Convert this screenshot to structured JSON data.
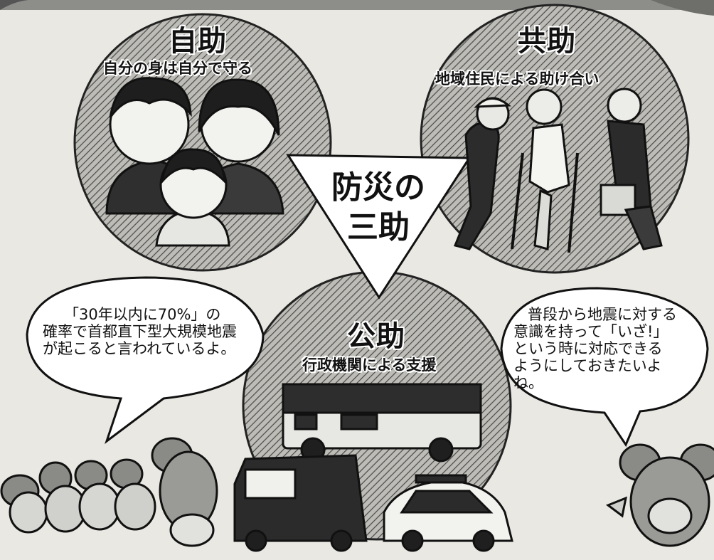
{
  "diagram": {
    "center_line1": "防災の",
    "center_line2": "三助",
    "self_help": {
      "title": "自助",
      "subtitle": "自分の身は自分で守る"
    },
    "mutual_help": {
      "title": "共助",
      "subtitle": "地域住民による助け合い"
    },
    "public_help": {
      "title": "公助",
      "subtitle": "行政機関による支援"
    }
  },
  "bubbles": {
    "left": {
      "line1": "「30年以内に70%」の",
      "line2": "確率で首都直下型大規模地震",
      "line3": "が起こると言われているよ。"
    },
    "right": {
      "line1": "普段から地震に対する",
      "line2": "意識を持って「いざ!」",
      "line3": "という時に対応できる",
      "line4": "ようにしておきたいよ",
      "line5": "ね。"
    }
  }
}
